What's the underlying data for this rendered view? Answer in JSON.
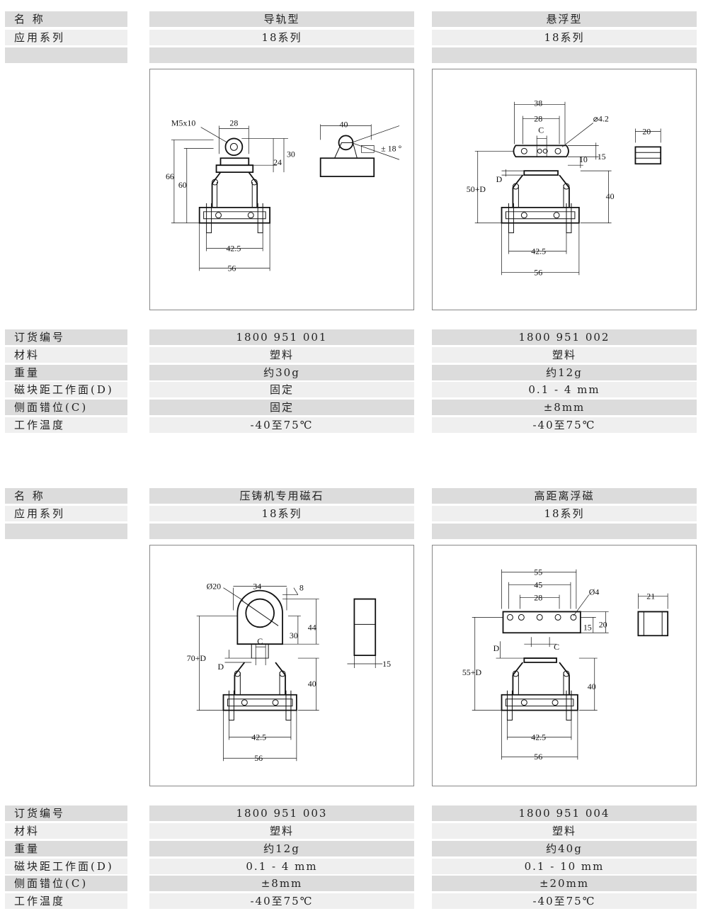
{
  "sections": [
    {
      "header": {
        "labels": [
          "名 称",
          "应用系列",
          ""
        ],
        "col_a": [
          "导轨型",
          "18系列",
          ""
        ],
        "col_b": [
          "悬浮型",
          "18系列",
          ""
        ]
      },
      "specs": {
        "labels": [
          "订货编号",
          "材料",
          "重量",
          "磁块距工作面(D)",
          "侧面错位(C)",
          "工作温度"
        ],
        "col_a": [
          "1800 951 001",
          "塑料",
          "约30g",
          "固定",
          "固定",
          "-40至75℃"
        ],
        "col_b": [
          "1800 951 002",
          "塑料",
          "约12g",
          "0.1 - 4 mm",
          "±8mm",
          "-40至75℃"
        ]
      },
      "drawing_a_dims": [
        "M5x10",
        "28",
        "40",
        "± 18 °",
        "30",
        "24",
        "66",
        "60",
        "42.5",
        "56"
      ],
      "drawing_b_dims": [
        "38",
        "28",
        "C",
        "⌀4.2",
        "20",
        "15",
        "10",
        "D",
        "50+D",
        "40",
        "42.5",
        "56"
      ]
    },
    {
      "header": {
        "labels": [
          "名 称",
          "应用系列",
          ""
        ],
        "col_a": [
          "压铸机专用磁石",
          "18系列",
          ""
        ],
        "col_b": [
          "高距离浮磁",
          "18系列",
          ""
        ]
      },
      "specs": {
        "labels": [
          "订货编号",
          "材料",
          "重量",
          "磁块距工作面(D)",
          "侧面错位(C)",
          "工作温度"
        ],
        "col_a": [
          "1800 951 003",
          "塑料",
          "约12g",
          "0.1 - 4 mm",
          "±8mm",
          "-40至75℃"
        ],
        "col_b": [
          "1800 951 004",
          "塑料",
          "约40g",
          "0.1 - 10 mm",
          "±20mm",
          "-40至75℃"
        ]
      },
      "drawing_a_dims": [
        "Ø20",
        "34",
        "8",
        "44",
        "30",
        "C",
        "70+D",
        "D",
        "40",
        "15",
        "42.5",
        "56"
      ],
      "drawing_b_dims": [
        "55",
        "45",
        "28",
        "Ø4",
        "21",
        "15",
        "20",
        "D",
        "C",
        "55+D",
        "40",
        "42.5",
        "56"
      ]
    }
  ]
}
